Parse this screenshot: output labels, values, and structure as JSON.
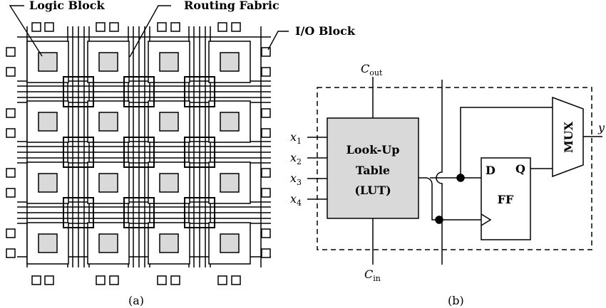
{
  "panel_a": {
    "logic_block_label": "Logic Block",
    "routing_fabric_label": "Routing Fabric",
    "io_block_label": "I/O Block",
    "caption": "(a)",
    "grid_rows": 4,
    "grid_cols": 4,
    "switch_box_rows": 3,
    "switch_box_cols": 3,
    "colors": {
      "block_fill": "#d9d9d9",
      "line": "#000000",
      "background": "#ffffff"
    }
  },
  "panel_b": {
    "c_out": "C",
    "c_out_sub": "out",
    "c_in": "C",
    "c_in_sub": "in",
    "inputs": [
      {
        "name": "x",
        "sub": "1"
      },
      {
        "name": "x",
        "sub": "2"
      },
      {
        "name": "x",
        "sub": "3"
      },
      {
        "name": "x",
        "sub": "4"
      }
    ],
    "lut_line1": "Look-Up",
    "lut_line2": "Table",
    "lut_line3": "(LUT)",
    "ff_label": "FF",
    "ff_d": "D",
    "ff_q": "Q",
    "mux_label": "MUX",
    "output": "y",
    "caption": "(b)",
    "colors": {
      "lut_fill": "#d9d9d9"
    }
  }
}
